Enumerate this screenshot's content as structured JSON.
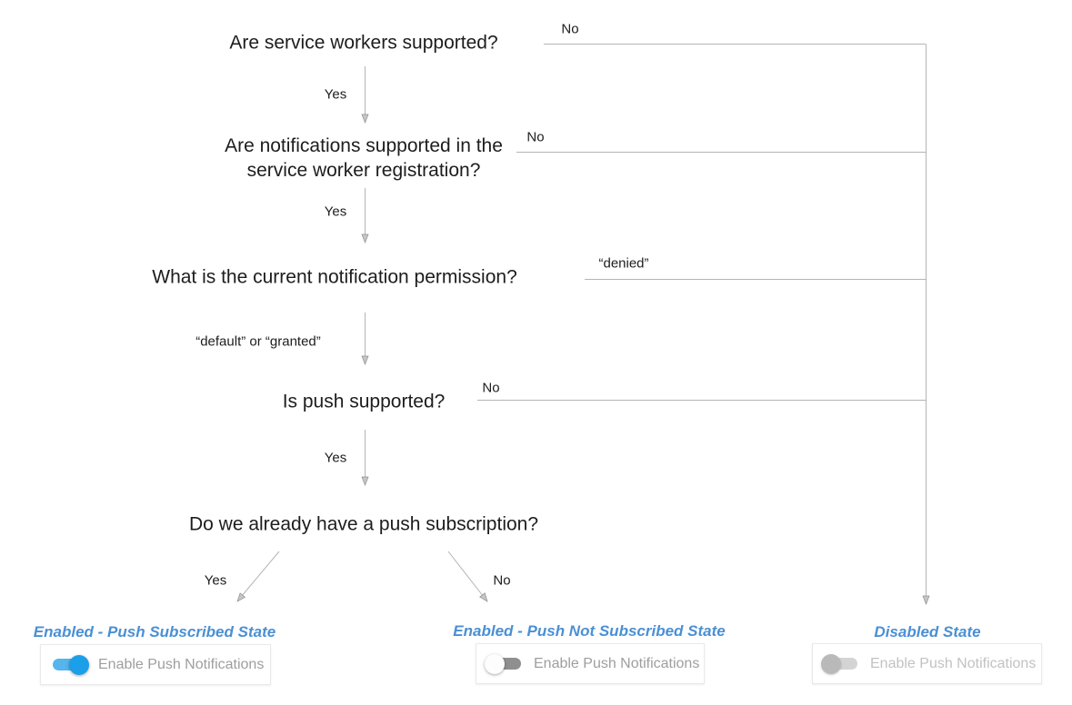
{
  "colors": {
    "question-text": "#1d1d1d",
    "connector": "#b4b4b4",
    "state-label": "#4a90d4",
    "toggle-on-knob": "#1b9fe8",
    "toggle-on-track": "#55b5ec",
    "toggle-off-knob": "#fdfdfd",
    "toggle-off-track": "#8f8f8f",
    "toggle-disabled-knob": "#b9b9b9",
    "toggle-disabled-track": "#d4d4d4",
    "card-text": "#9e9e9e",
    "card-text-disabled": "#c2c2c2"
  },
  "questions": [
    {
      "text": "Are service workers supported?"
    },
    {
      "text": "Are notifications supported in the service worker registration?"
    },
    {
      "text": "What is the current notification permission?"
    },
    {
      "text": "Is push supported?"
    },
    {
      "text": "Do we already have a push subscription?"
    }
  ],
  "branches": {
    "q1_yes": "Yes",
    "q1_no": "No",
    "q2_yes": "Yes",
    "q2_no": "No",
    "q3_yes": "“default” or “granted”",
    "q3_no": "“denied”",
    "q4_yes": "Yes",
    "q4_no": "No",
    "q5_yes": "Yes",
    "q5_no": "No"
  },
  "states": [
    {
      "label": "Enabled - Push Subscribed State",
      "toggle": "on",
      "control_label": "Enable Push Notifications"
    },
    {
      "label": "Enabled - Push Not Subscribed State",
      "toggle": "off",
      "control_label": "Enable Push Notifications"
    },
    {
      "label": "Disabled State",
      "toggle": "disabled",
      "control_label": "Enable Push Notifications"
    }
  ]
}
